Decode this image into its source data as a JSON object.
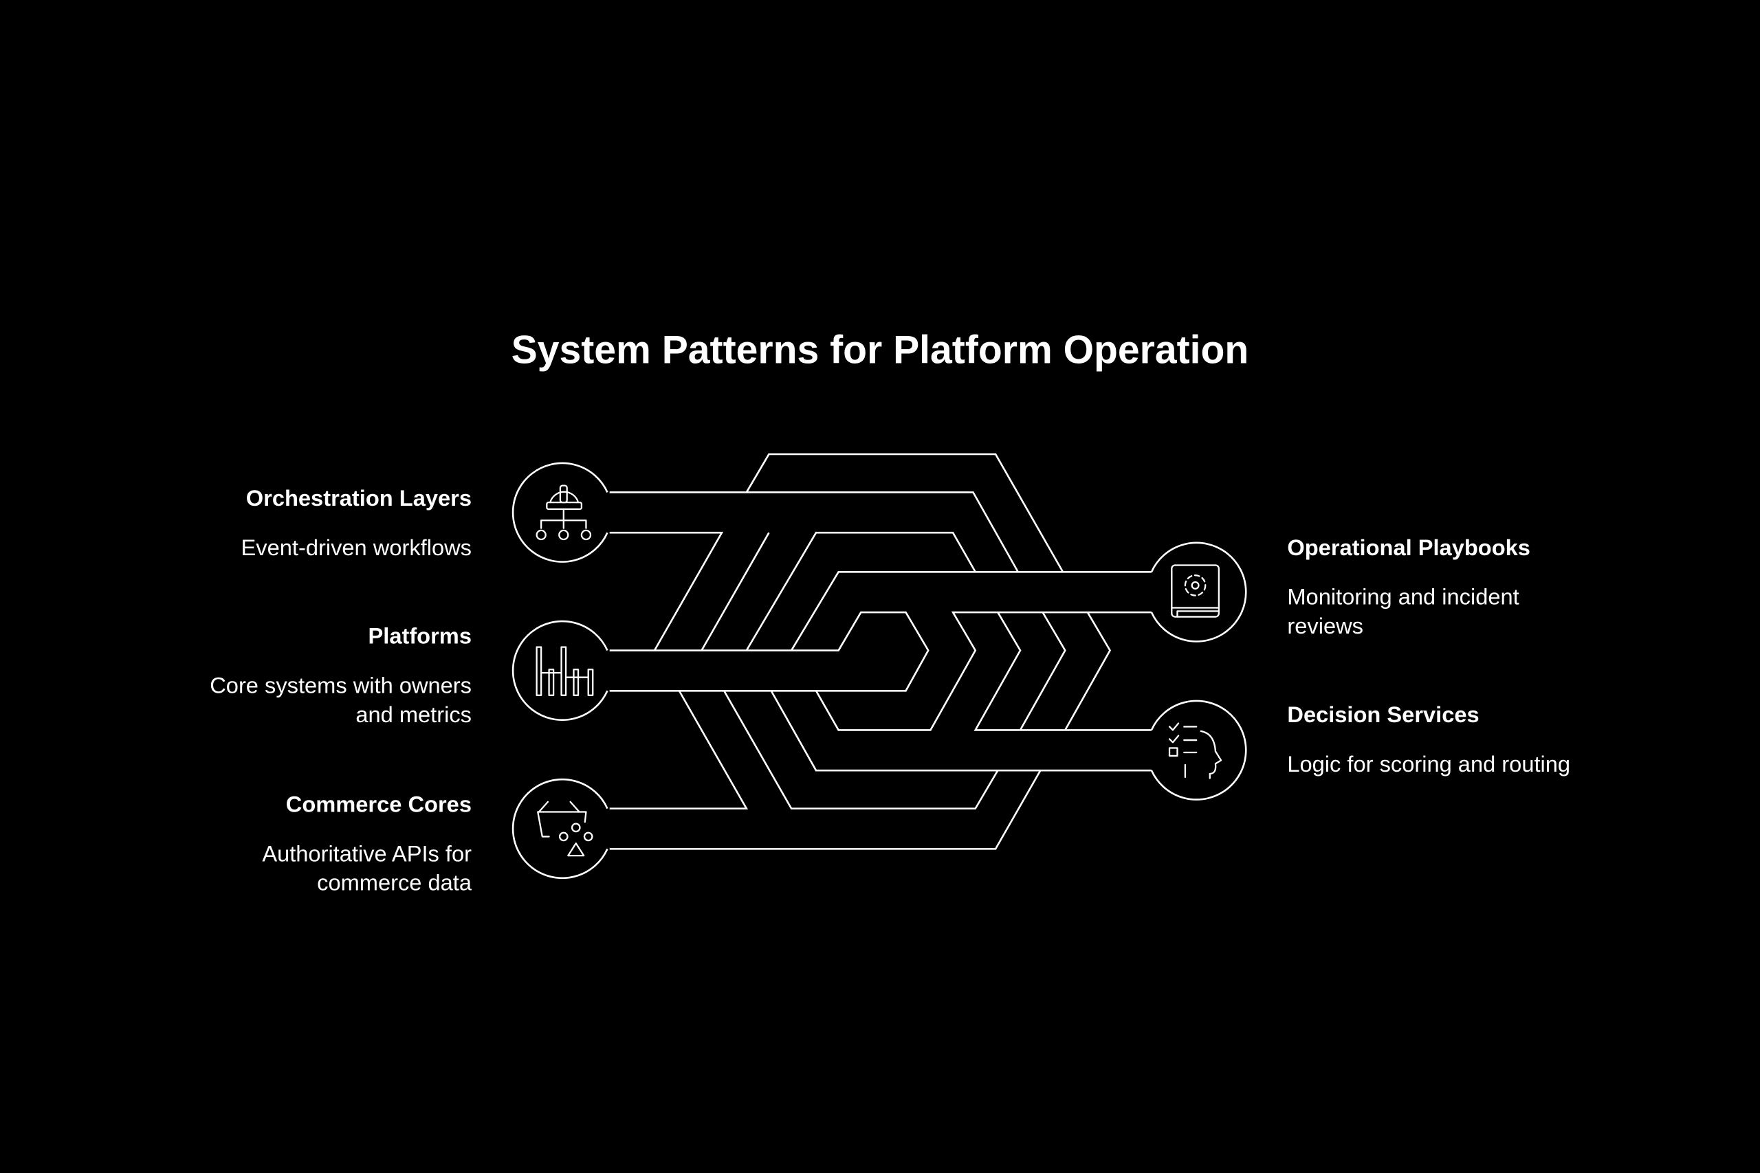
{
  "title": "System Patterns for Platform Operation",
  "left_items": [
    {
      "heading": "Orchestration Layers",
      "description": [
        "Event-driven workflows"
      ],
      "icon": "hardhat-hierarchy-icon"
    },
    {
      "heading": "Platforms",
      "description": [
        "Core systems with owners",
        "and metrics"
      ],
      "icon": "bars-structure-icon"
    },
    {
      "heading": "Commerce Cores",
      "description": [
        "Authoritative APIs for",
        "commerce data"
      ],
      "icon": "basket-shapes-icon"
    }
  ],
  "right_items": [
    {
      "heading": "Operational Playbooks",
      "description": [
        "Monitoring and incident",
        "reviews"
      ],
      "icon": "gear-book-icon"
    },
    {
      "heading": "Decision Services",
      "description": [
        "Logic for scoring and routing"
      ],
      "icon": "checklist-head-icon"
    }
  ],
  "colors": {
    "background": "#000000",
    "foreground": "#ffffff"
  }
}
